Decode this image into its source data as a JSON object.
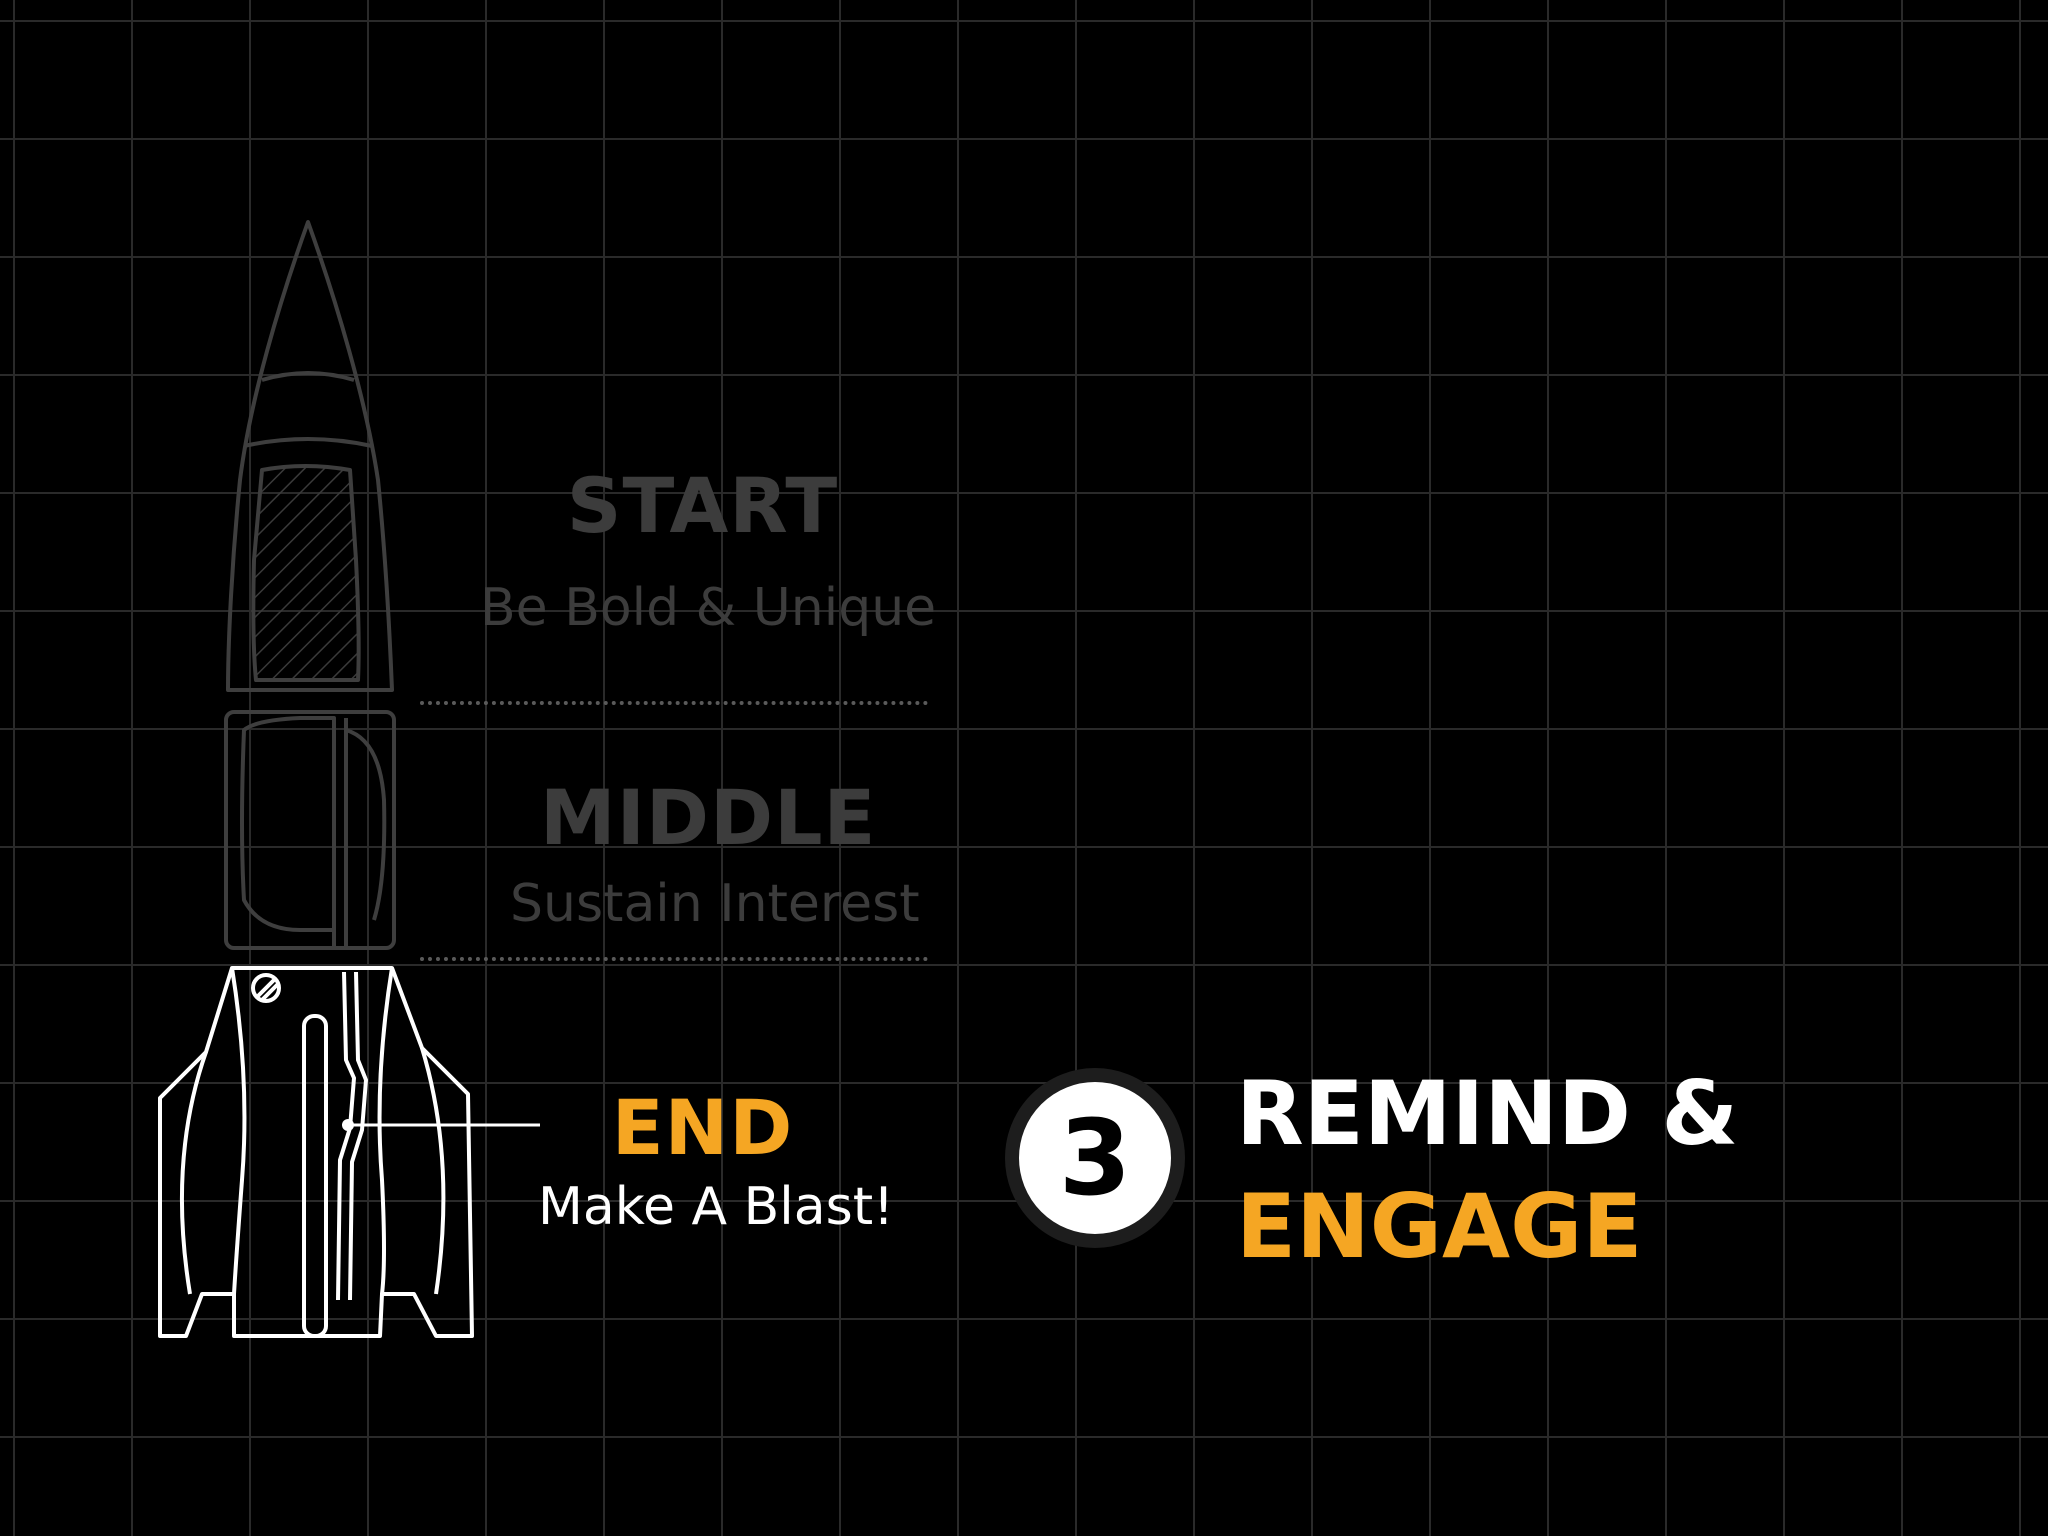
{
  "colors": {
    "background": "#000000",
    "grid": "#2a2a2a",
    "accent_orange": "#f5a623",
    "active_white": "#ffffff",
    "dimmed_gray": "#3c3c3c"
  },
  "stages": {
    "start": {
      "title": "START",
      "subtitle": "Be Bold & Unique"
    },
    "middle": {
      "title": "MIDDLE",
      "subtitle": "Sustain Interest"
    },
    "end": {
      "title": "END",
      "subtitle": "Make A Blast!"
    }
  },
  "step": {
    "number": "3",
    "line1": "REMIND &",
    "line2": "ENGAGE"
  },
  "illustration": "rocket-outline"
}
